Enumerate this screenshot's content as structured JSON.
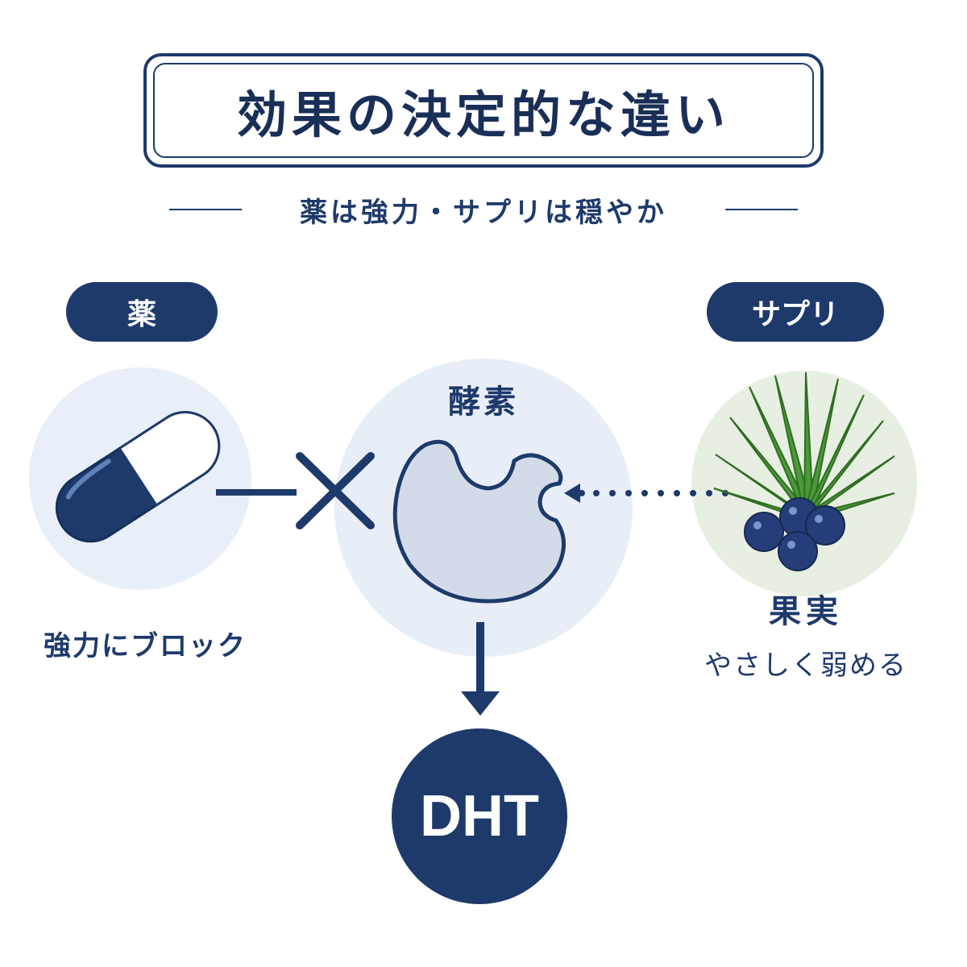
{
  "title": "効果の決定的な違い",
  "subtitle": "薬は強力・サプリは穏やか",
  "left": {
    "badge": "薬",
    "icon": "capsule-icon",
    "caption": "強力にブロック"
  },
  "center": {
    "label": "酵素",
    "icon": "enzyme-icon",
    "product": "DHT"
  },
  "right": {
    "badge": "サプリ",
    "icon": "saw-palmetto-icon",
    "label": "果実",
    "caption": "やさしく弱める"
  },
  "colors": {
    "navy": "#1e3a6b",
    "light_blue_bg": "#e8eef7",
    "light_green_bg": "#e6efe0",
    "leaf_green": "#3f8a2e"
  }
}
